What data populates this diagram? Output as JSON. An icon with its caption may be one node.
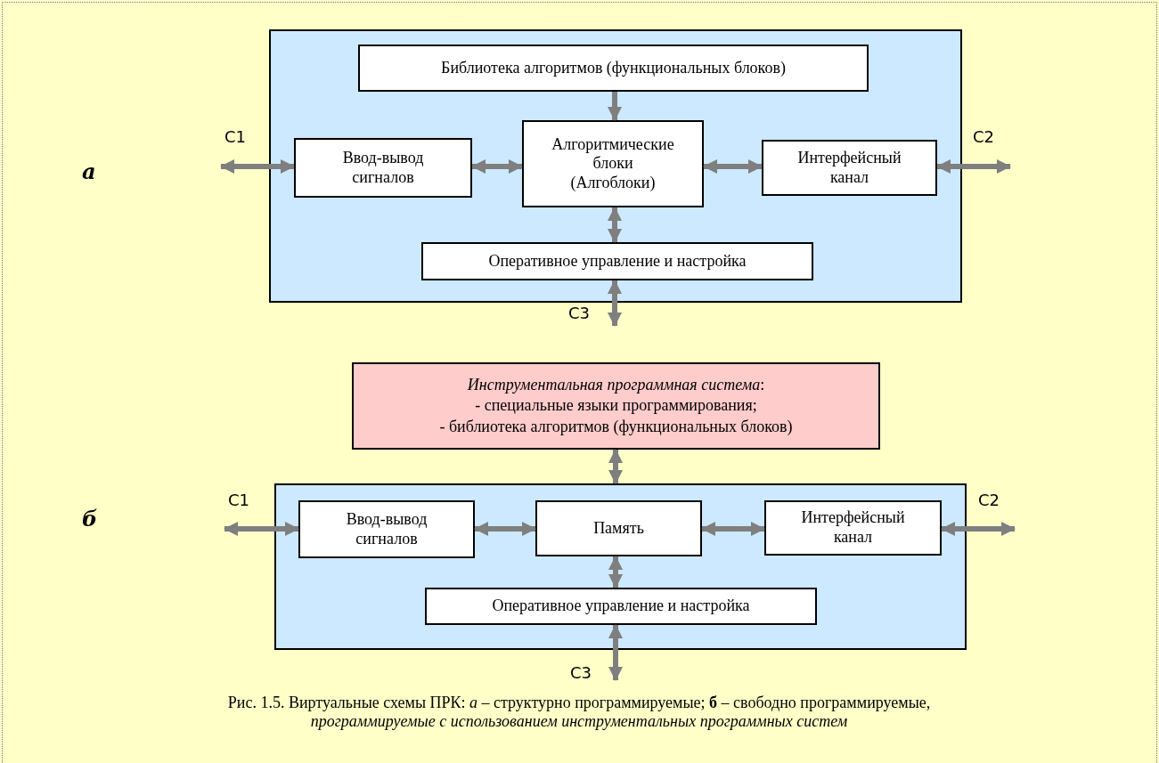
{
  "diagram": {
    "caption": "Рис. 1.5.  Виртуальные схемы  ПРК:  *а* – структурно программируемые; **б** – свободно программируемые, *программируемые с использованием инструментальных программных  систем*",
    "nodes": [
      {
        "text": [],
        "shape": "box"
      },
      {
        "text": [
          "Библиотека  алгоритмов (функциональных блоков)"
        ],
        "in": 0
      },
      {
        "text": [
          "Ввод-вывод сигналов"
        ],
        "in": 0
      },
      {
        "text": [
          "Алгоритмические блоки (Алгоблоки)"
        ],
        "in": 0
      },
      {
        "text": [
          "Интерфейсный канал"
        ],
        "in": 0
      },
      {
        "text": [
          "Оперативное управление  и  настройка"
        ],
        "in": 0
      },
      {
        "text": [
          "*Инструментальная программная система*:",
          "- специальные языки программирования;",
          "- библиотека  алгоритмов (функциональных блоков)"
        ]
      },
      {
        "text": [],
        "shape": "box"
      },
      {
        "text": [
          "Ввод-вывод сигналов"
        ],
        "in": 7
      },
      {
        "text": [
          "Память"
        ],
        "in": 7
      },
      {
        "text": [
          "Интерфейсный канал"
        ],
        "in": 7
      },
      {
        "text": [
          "Оперативное управление  и  настройка"
        ],
        "in": 7
      }
    ],
    "edges": [
      {
        "from": 1,
        "to": 3,
        "arrow": "to"
      },
      {
        "from": null,
        "to": 2,
        "arrow": "both",
        "label": "С1"
      },
      {
        "from": 2,
        "to": 3,
        "arrow": "both"
      },
      {
        "from": 3,
        "to": 4,
        "arrow": "both"
      },
      {
        "from": 4,
        "to": null,
        "arrow": "both",
        "label": "С2"
      },
      {
        "from": 3,
        "to": 5,
        "arrow": "both"
      },
      {
        "from": 5,
        "to": null,
        "arrow": "both",
        "label": "С3"
      },
      {
        "from": 6,
        "to": 7,
        "arrow": "both"
      },
      {
        "from": null,
        "to": 8,
        "arrow": "both",
        "label": "С1"
      },
      {
        "from": 8,
        "to": 9,
        "arrow": "both"
      },
      {
        "from": 9,
        "to": 10,
        "arrow": "both"
      },
      {
        "from": 10,
        "to": null,
        "arrow": "both",
        "label": "С2"
      },
      {
        "from": 9,
        "to": 11,
        "arrow": "both"
      },
      {
        "from": 11,
        "to": null,
        "arrow": "both",
        "label": "С3"
      }
    ],
    "labels": [
      "а",
      "б"
    ]
  }
}
